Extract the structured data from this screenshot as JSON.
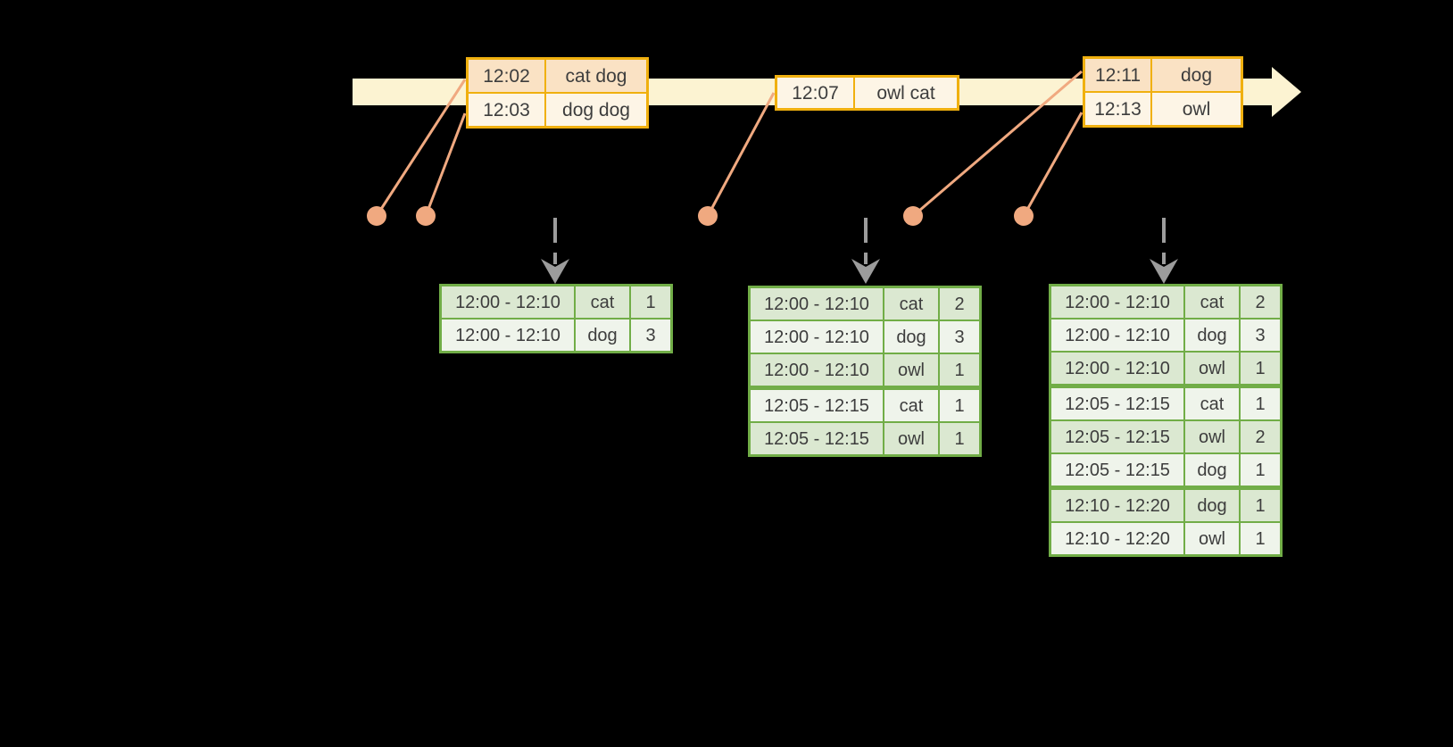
{
  "colors": {
    "background": "#000000",
    "timeline_fill": "#FCF3D2",
    "event_border": "#F0B00F",
    "event_row_peach": "#FAE2C4",
    "event_row_cream": "#FDF5E6",
    "marker": "#F0A980",
    "result_border": "#71AD47",
    "result_row_dark": "#DBE8D1",
    "result_row_light": "#EFF4EB",
    "arrow_gray": "#9C9C9C",
    "text": "#3D3D3D"
  },
  "icons": {
    "timeline_arrow": "rightward cream arrow band",
    "event_marker": "salmon filled circle with leader line",
    "trigger_arrow": "gray dashed downward arrow"
  },
  "event_tables": [
    {
      "rows": [
        {
          "time": "12:02",
          "words": "cat dog"
        },
        {
          "time": "12:03",
          "words": "dog dog"
        }
      ]
    },
    {
      "rows": [
        {
          "time": "12:07",
          "words": "owl cat"
        }
      ]
    },
    {
      "rows": [
        {
          "time": "12:11",
          "words": "dog"
        },
        {
          "time": "12:13",
          "words": "owl"
        }
      ]
    }
  ],
  "result_tables": [
    {
      "rows": [
        {
          "window": "12:00 - 12:10",
          "word": "cat",
          "count": 1
        },
        {
          "window": "12:00 - 12:10",
          "word": "dog",
          "count": 3
        }
      ]
    },
    {
      "rows": [
        {
          "window": "12:00 - 12:10",
          "word": "cat",
          "count": 2
        },
        {
          "window": "12:00 - 12:10",
          "word": "dog",
          "count": 3
        },
        {
          "window": "12:00 - 12:10",
          "word": "owl",
          "count": 1
        },
        {
          "window": "12:05 - 12:15",
          "word": "cat",
          "count": 1
        },
        {
          "window": "12:05 - 12:15",
          "word": "owl",
          "count": 1
        }
      ]
    },
    {
      "rows": [
        {
          "window": "12:00 - 12:10",
          "word": "cat",
          "count": 2
        },
        {
          "window": "12:00 - 12:10",
          "word": "dog",
          "count": 3
        },
        {
          "window": "12:00 - 12:10",
          "word": "owl",
          "count": 1
        },
        {
          "window": "12:05 - 12:15",
          "word": "cat",
          "count": 1
        },
        {
          "window": "12:05 - 12:15",
          "word": "owl",
          "count": 2
        },
        {
          "window": "12:05 - 12:15",
          "word": "dog",
          "count": 1
        },
        {
          "window": "12:10 - 12:20",
          "word": "dog",
          "count": 1
        },
        {
          "window": "12:10 - 12:20",
          "word": "owl",
          "count": 1
        }
      ]
    }
  ]
}
